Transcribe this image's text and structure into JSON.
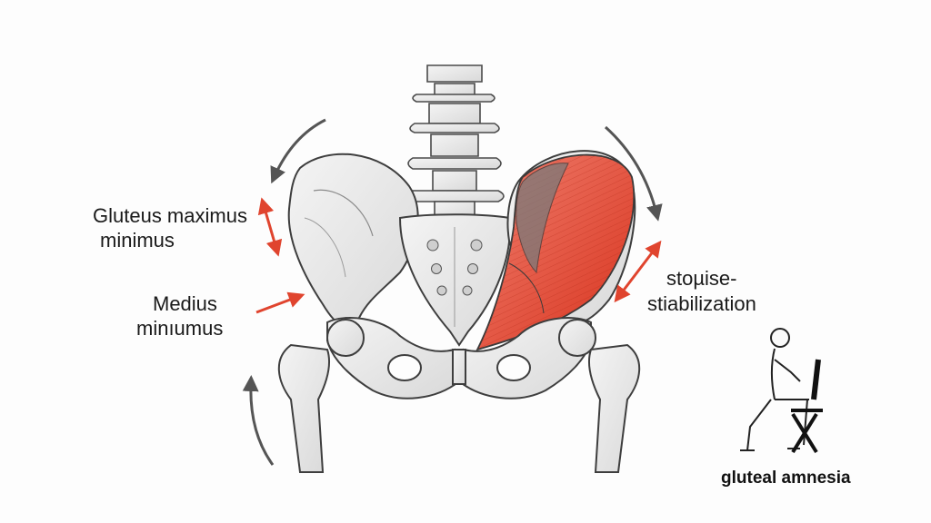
{
  "labels": {
    "gluteus_line1": "Gluteus maximus",
    "gluteus_line2": "minimus",
    "medius_line1": "Medius",
    "medius_line2": "minıumus",
    "right_line1": "stoµise-",
    "right_line2": "stiabilization"
  },
  "caption": "gluteal amnesia",
  "colors": {
    "muscle": "#e0442e",
    "muscle_shadow": "#7a7a7a",
    "arrow_red": "#e0442e",
    "arrow_gray": "#555555",
    "bone_line": "#4a4a4a"
  },
  "icons": {
    "pelvis": "pelvis-illustration",
    "spine": "lumbar-spine-illustration",
    "muscle": "gluteal-muscle-illustration",
    "seated": "seated-person-icon"
  }
}
